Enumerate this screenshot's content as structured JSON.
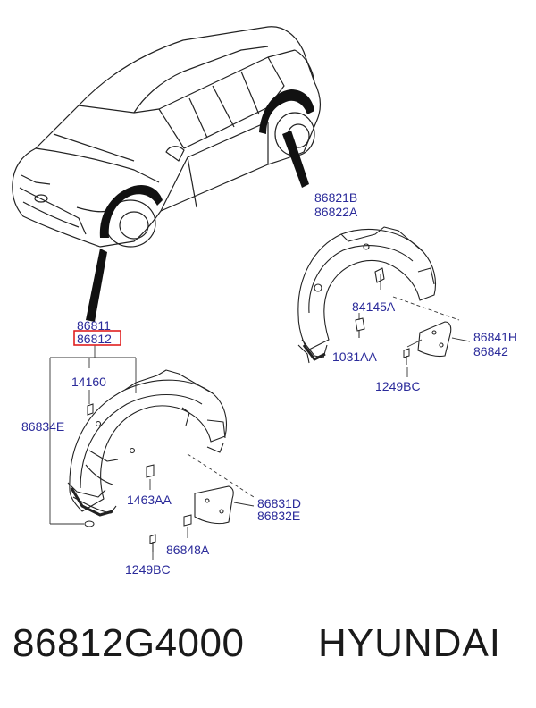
{
  "labels": {
    "rear_upper": "86821B",
    "rear_lower": "86822A",
    "nut_rear": "84145A",
    "flap_rear_upper": "86841H",
    "flap_rear_lower": "86842",
    "clip_rear": "1031AA",
    "screw_rear": "1249BC",
    "front_upper": "86811",
    "front_highlight": "86812",
    "clip_top": "14160",
    "bracket": "86834E",
    "clip_mid": "1463AA",
    "flap_front_upper": "86831D",
    "flap_front_lower": "86832E",
    "nut_front": "86848A",
    "screw_front": "1249BC"
  },
  "footer": {
    "part_number": "86812G4000",
    "brand": "HYUNDAI"
  },
  "colors": {
    "label": "#2a2a9a",
    "highlight_box": "#e02020",
    "line": "#222222"
  }
}
